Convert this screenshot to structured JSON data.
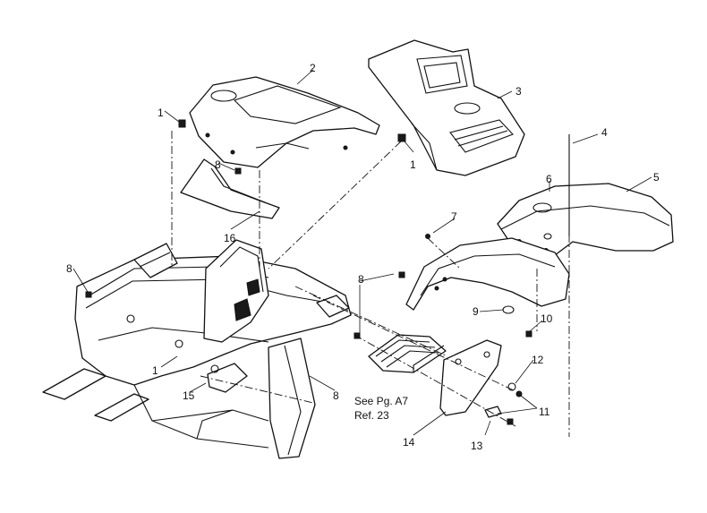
{
  "callouts": {
    "c1a": "1",
    "c1b": "1",
    "c1c": "1",
    "c2": "2",
    "c3": "3",
    "c4": "4",
    "c5": "5",
    "c6": "6",
    "c7": "7",
    "c8a": "8",
    "c8b": "8",
    "c8c": "8",
    "c8d": "8",
    "c9": "9",
    "c10": "10",
    "c11": "11",
    "c12": "12",
    "c13": "13",
    "c14": "14",
    "c15": "15",
    "c16": "16"
  },
  "note": {
    "line1": "See Pg. A7",
    "line2": "Ref. 23"
  }
}
